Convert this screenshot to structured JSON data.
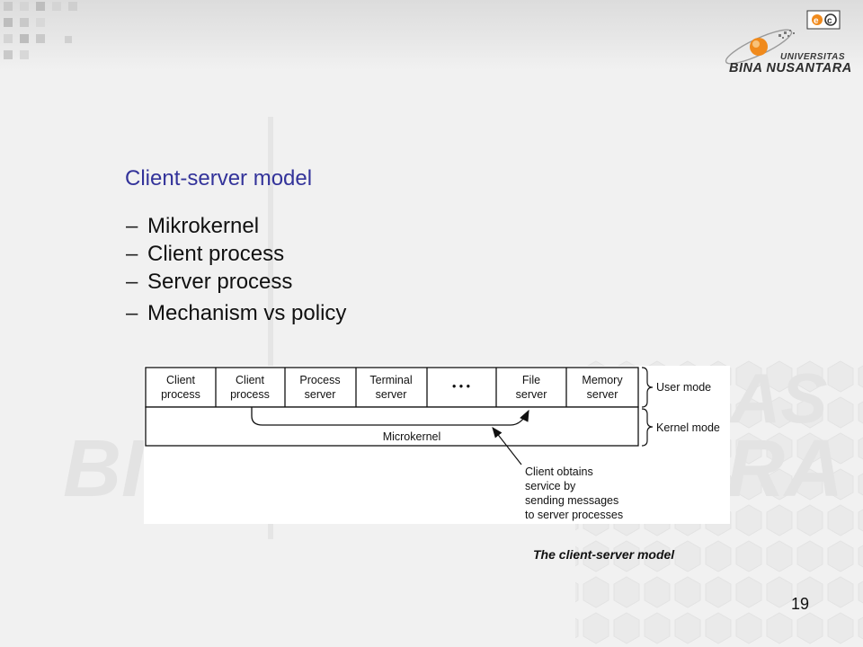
{
  "slide": {
    "heading": "Client-server model",
    "bullets": [
      {
        "dash": "–",
        "text": "Mikrokernel"
      },
      {
        "dash": "–",
        "text": "Client process"
      },
      {
        "dash": "–",
        "text": "Server process"
      },
      {
        "dash": "–",
        "text": "Mechanism vs policy"
      }
    ],
    "page_number": "19"
  },
  "logo": {
    "line1": "UNIVERSITAS",
    "line2": "BINA NUSANTARA"
  },
  "watermark": {
    "left": "BI",
    "right_top": "AS",
    "right_bottom": "RA"
  },
  "diagram": {
    "boxes": [
      {
        "line1": "Client",
        "line2": "process"
      },
      {
        "line1": "Client",
        "line2": "process"
      },
      {
        "line1": "Process",
        "line2": "server"
      },
      {
        "line1": "Terminal",
        "line2": "server"
      },
      {
        "line1": "• • •",
        "line2": ""
      },
      {
        "line1": "File",
        "line2": "server"
      },
      {
        "line1": "Memory",
        "line2": "server"
      }
    ],
    "kernel_label": "Microkernel",
    "user_mode_label": "User mode",
    "kernel_mode_label": "Kernel mode",
    "annotation_lines": [
      "Client obtains",
      "service by",
      "sending messages",
      "to server processes"
    ],
    "caption": "The client-server model"
  },
  "colors": {
    "heading": "#33339a",
    "accent_orange": "#f08a1c"
  }
}
